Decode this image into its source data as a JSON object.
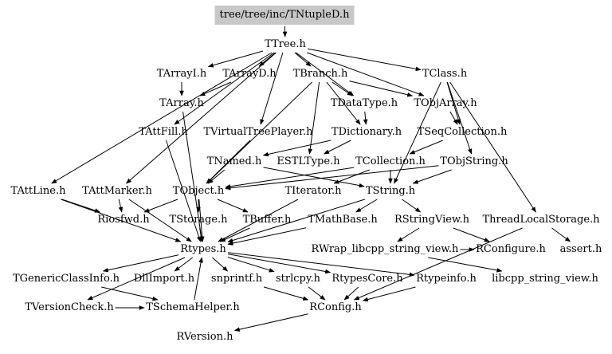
{
  "colors": {
    "edge": "#000000",
    "root_fill": "#c8c8c8",
    "background": "#ffffff"
  },
  "nodes": {
    "n0": "tree/tree/inc/TNtupleD.h",
    "n1": "TTree.h",
    "n2": "TArrayI.h",
    "n3": "TArrayD.h",
    "n4": "TBranch.h",
    "n5": "TClass.h",
    "n6": "TArray.h",
    "n7": "TDataType.h",
    "n8": "TObjArray.h",
    "n9": "TAttFill.h",
    "n10": "TVirtualTreePlayer.h",
    "n11": "TDictionary.h",
    "n12": "TSeqCollection.h",
    "n13": "TNamed.h",
    "n14": "ESTLType.h",
    "n15": "TCollection.h",
    "n16": "TObjString.h",
    "n17": "TAttLine.h",
    "n18": "TAttMarker.h",
    "n19": "TObject.h",
    "n20": "TIterator.h",
    "n21": "TString.h",
    "n22": "Riosfwd.h",
    "n23": "TStorage.h",
    "n24": "TBuffer.h",
    "n25": "TMathBase.h",
    "n26": "RStringView.h",
    "n27": "ThreadLocalStorage.h",
    "n28": "Rtypes.h",
    "n29": "RWrap_libcpp_string_view.h",
    "n30": "RConfigure.h",
    "n31": "assert.h",
    "n32": "TGenericClassInfo.h",
    "n33": "DllImport.h",
    "n34": "snprintf.h",
    "n35": "strlcpy.h",
    "n36": "RtypesCore.h",
    "n37": "Rtypeinfo.h",
    "n38": "libcpp_string_view.h",
    "n39": "TVersionCheck.h",
    "n40": "TSchemaHelper.h",
    "n41": "RConfig.h",
    "n42": "RVersion.h"
  },
  "edges": [
    [
      "n0",
      "n1"
    ],
    [
      "n1",
      "n2"
    ],
    [
      "n1",
      "n3"
    ],
    [
      "n1",
      "n4"
    ],
    [
      "n1",
      "n5"
    ],
    [
      "n1",
      "n7"
    ],
    [
      "n1",
      "n8"
    ],
    [
      "n1",
      "n9"
    ],
    [
      "n1",
      "n10"
    ],
    [
      "n1",
      "n17"
    ],
    [
      "n1",
      "n18"
    ],
    [
      "n4",
      "n7"
    ],
    [
      "n4",
      "n8"
    ],
    [
      "n4",
      "n11"
    ],
    [
      "n4",
      "n14"
    ],
    [
      "n4",
      "n19"
    ],
    [
      "n2",
      "n6"
    ],
    [
      "n3",
      "n6"
    ],
    [
      "n5",
      "n12"
    ],
    [
      "n5",
      "n16"
    ],
    [
      "n5",
      "n21"
    ],
    [
      "n5",
      "n27"
    ],
    [
      "n6",
      "n28"
    ],
    [
      "n7",
      "n11"
    ],
    [
      "n8",
      "n12"
    ],
    [
      "n9",
      "n28"
    ],
    [
      "n10",
      "n19"
    ],
    [
      "n11",
      "n13"
    ],
    [
      "n11",
      "n14"
    ],
    [
      "n12",
      "n15"
    ],
    [
      "n13",
      "n19"
    ],
    [
      "n13",
      "n21"
    ],
    [
      "n15",
      "n19"
    ],
    [
      "n15",
      "n20"
    ],
    [
      "n15",
      "n21"
    ],
    [
      "n16",
      "n19"
    ],
    [
      "n16",
      "n21"
    ],
    [
      "n17",
      "n22"
    ],
    [
      "n17",
      "n28"
    ],
    [
      "n18",
      "n22"
    ],
    [
      "n18",
      "n28"
    ],
    [
      "n19",
      "n22"
    ],
    [
      "n19",
      "n23"
    ],
    [
      "n19",
      "n24"
    ],
    [
      "n19",
      "n28"
    ],
    [
      "n20",
      "n28"
    ],
    [
      "n21",
      "n25"
    ],
    [
      "n21",
      "n26"
    ],
    [
      "n21",
      "n28"
    ],
    [
      "n23",
      "n28"
    ],
    [
      "n24",
      "n28"
    ],
    [
      "n25",
      "n28"
    ],
    [
      "n26",
      "n29"
    ],
    [
      "n26",
      "n30"
    ],
    [
      "n27",
      "n31"
    ],
    [
      "n27",
      "n41"
    ],
    [
      "n28",
      "n32"
    ],
    [
      "n28",
      "n33"
    ],
    [
      "n28",
      "n34"
    ],
    [
      "n28",
      "n35"
    ],
    [
      "n28",
      "n36"
    ],
    [
      "n28",
      "n37"
    ],
    [
      "n28",
      "n39"
    ],
    [
      "n29",
      "n30"
    ],
    [
      "n29",
      "n38"
    ],
    [
      "n32",
      "n40"
    ],
    [
      "n34",
      "n41"
    ],
    [
      "n35",
      "n41"
    ],
    [
      "n36",
      "n41"
    ],
    [
      "n37",
      "n41"
    ],
    [
      "n39",
      "n40"
    ],
    [
      "n40",
      "n28"
    ],
    [
      "n41",
      "n42"
    ]
  ]
}
